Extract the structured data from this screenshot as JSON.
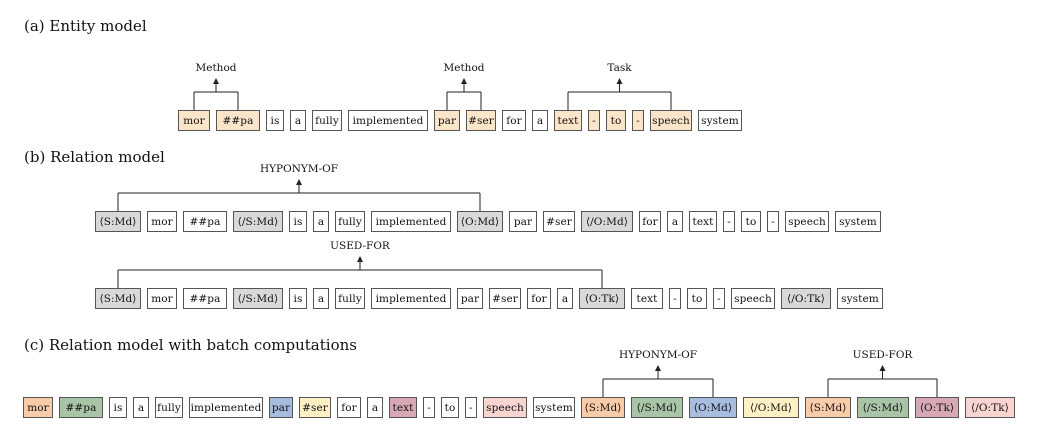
{
  "colors": {
    "entity": "#fbe5c8",
    "marker_gray": "#d9d9d9",
    "c_1": "#f8cba9",
    "c_2": "#a9c4a6",
    "c_3": "#a7bde0",
    "c_4": "#fdf0c4",
    "c_5": "#d9a8b6",
    "c_6": "#f9d5d2",
    "plain": "#ffffff",
    "border": "#555555"
  },
  "sections": [
    {
      "title": "(a) Entity model",
      "rows": [
        {
          "tokens": [
            {
              "t": "mor",
              "c": "entity"
            },
            {
              "t": "##pa",
              "c": "entity"
            },
            {
              "t": "is",
              "c": "plain"
            },
            {
              "t": "a",
              "c": "plain"
            },
            {
              "t": "fully",
              "c": "plain"
            },
            {
              "t": "implemented",
              "c": "plain"
            },
            {
              "t": "par",
              "c": "entity"
            },
            {
              "t": "#ser",
              "c": "entity"
            },
            {
              "t": "for",
              "c": "plain"
            },
            {
              "t": "a",
              "c": "plain"
            },
            {
              "t": "text",
              "c": "entity"
            },
            {
              "t": "-",
              "c": "entity"
            },
            {
              "t": "to",
              "c": "entity"
            },
            {
              "t": "-",
              "c": "entity"
            },
            {
              "t": "speech",
              "c": "entity"
            },
            {
              "t": "system",
              "c": "plain"
            }
          ],
          "annotations": [
            {
              "label": "Method",
              "from": 0,
              "to": 1
            },
            {
              "label": "Method",
              "from": 6,
              "to": 7
            },
            {
              "label": "Task",
              "from": 10,
              "to": 14
            }
          ]
        }
      ]
    },
    {
      "title": "(b) Relation model",
      "rows": [
        {
          "tokens": [
            {
              "t": "⟨S:Md⟩",
              "c": "marker_gray"
            },
            {
              "t": "mor",
              "c": "plain"
            },
            {
              "t": "##pa",
              "c": "plain"
            },
            {
              "t": "⟨/S:Md⟩",
              "c": "marker_gray"
            },
            {
              "t": "is",
              "c": "plain"
            },
            {
              "t": "a",
              "c": "plain"
            },
            {
              "t": "fully",
              "c": "plain"
            },
            {
              "t": "implemented",
              "c": "plain"
            },
            {
              "t": "⟨O:Md⟩",
              "c": "marker_gray"
            },
            {
              "t": "par",
              "c": "plain"
            },
            {
              "t": "#ser",
              "c": "plain"
            },
            {
              "t": "⟨/O:Md⟩",
              "c": "marker_gray"
            },
            {
              "t": "for",
              "c": "plain"
            },
            {
              "t": "a",
              "c": "plain"
            },
            {
              "t": "text",
              "c": "plain"
            },
            {
              "t": "-",
              "c": "plain"
            },
            {
              "t": "to",
              "c": "plain"
            },
            {
              "t": "-",
              "c": "plain"
            },
            {
              "t": "speech",
              "c": "plain"
            },
            {
              "t": "system",
              "c": "plain"
            }
          ],
          "annotations": [
            {
              "label": "HYPONYM-OF",
              "from": 0,
              "to": 8
            }
          ]
        },
        {
          "tokens": [
            {
              "t": "⟨S:Md⟩",
              "c": "marker_gray"
            },
            {
              "t": "mor",
              "c": "plain"
            },
            {
              "t": "##pa",
              "c": "plain"
            },
            {
              "t": "⟨/S:Md⟩",
              "c": "marker_gray"
            },
            {
              "t": "is",
              "c": "plain"
            },
            {
              "t": "a",
              "c": "plain"
            },
            {
              "t": "fully",
              "c": "plain"
            },
            {
              "t": "implemented",
              "c": "plain"
            },
            {
              "t": "par",
              "c": "plain"
            },
            {
              "t": "#ser",
              "c": "plain"
            },
            {
              "t": "for",
              "c": "plain"
            },
            {
              "t": "a",
              "c": "plain"
            },
            {
              "t": "⟨O:Tk⟩",
              "c": "marker_gray"
            },
            {
              "t": "text",
              "c": "plain"
            },
            {
              "t": "-",
              "c": "plain"
            },
            {
              "t": "to",
              "c": "plain"
            },
            {
              "t": "-",
              "c": "plain"
            },
            {
              "t": "speech",
              "c": "plain"
            },
            {
              "t": "⟨/O:Tk⟩",
              "c": "marker_gray"
            },
            {
              "t": "system",
              "c": "plain"
            }
          ],
          "annotations": [
            {
              "label": "USED-FOR",
              "from": 0,
              "to": 12
            }
          ]
        }
      ]
    },
    {
      "title": "(c) Relation model with batch computations",
      "rows": [
        {
          "tokens": [
            {
              "t": "mor",
              "c": "c_1"
            },
            {
              "t": "##pa",
              "c": "c_2"
            },
            {
              "t": "is",
              "c": "plain"
            },
            {
              "t": "a",
              "c": "plain"
            },
            {
              "t": "fully",
              "c": "plain"
            },
            {
              "t": "implemented",
              "c": "plain"
            },
            {
              "t": "par",
              "c": "c_3"
            },
            {
              "t": "#ser",
              "c": "c_4"
            },
            {
              "t": "for",
              "c": "plain"
            },
            {
              "t": "a",
              "c": "plain"
            },
            {
              "t": "text",
              "c": "c_5"
            },
            {
              "t": "-",
              "c": "plain"
            },
            {
              "t": "to",
              "c": "plain"
            },
            {
              "t": "-",
              "c": "plain"
            },
            {
              "t": "speech",
              "c": "c_6"
            },
            {
              "t": "system",
              "c": "plain"
            },
            {
              "t": "⟨S:Md⟩",
              "c": "c_1"
            },
            {
              "t": "⟨/S:Md⟩",
              "c": "c_2"
            },
            {
              "t": "⟨O:Md⟩",
              "c": "c_3"
            },
            {
              "t": "⟨/O:Md⟩",
              "c": "c_4"
            },
            {
              "t": "⟨S:Md⟩",
              "c": "c_1"
            },
            {
              "t": "⟨/S:Md⟩",
              "c": "c_2"
            },
            {
              "t": "⟨O:Tk⟩",
              "c": "c_5"
            },
            {
              "t": "⟨/O:Tk⟩",
              "c": "c_6"
            }
          ],
          "annotations": [
            {
              "label": "HYPONYM-OF",
              "from": 16,
              "to": 18
            },
            {
              "label": "USED-FOR",
              "from": 20,
              "to": 22
            }
          ]
        }
      ]
    }
  ]
}
